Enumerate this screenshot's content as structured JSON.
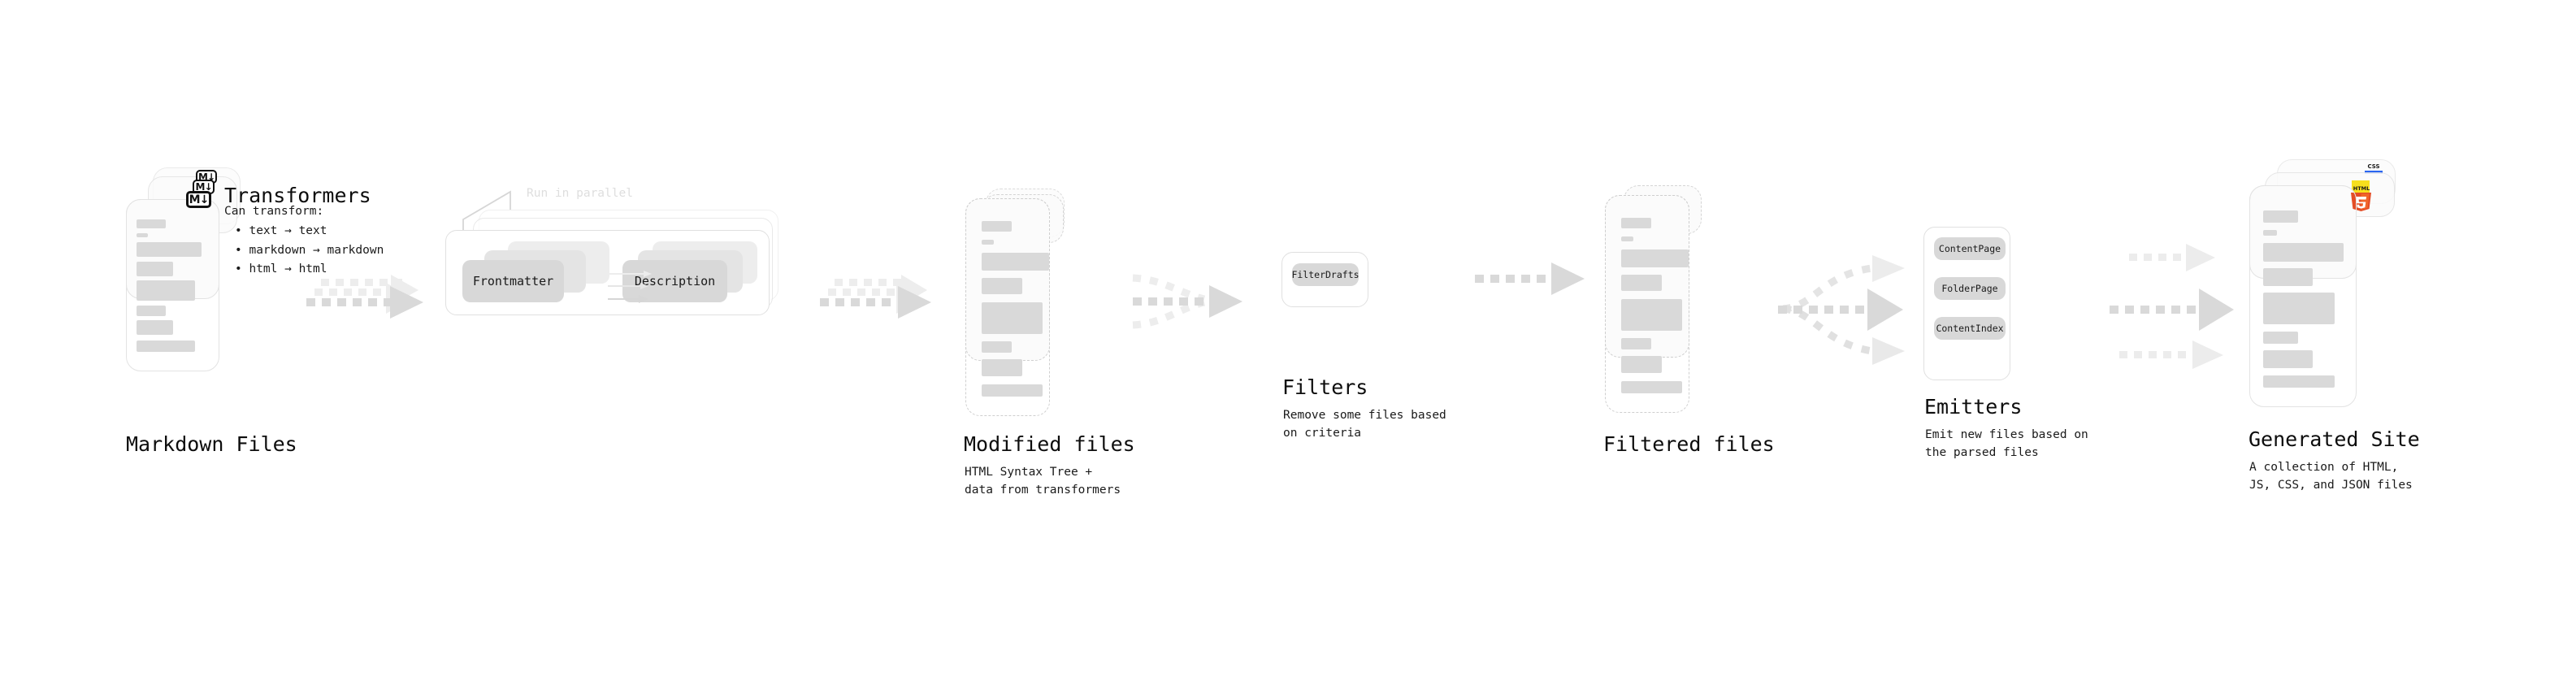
{
  "diagram": {
    "title_visible": false,
    "palette": {
      "ink": "#0d0d0d",
      "card_bg": "#fbfbfb",
      "card_border": "#e3e3e3",
      "skeleton": "#d9d9d9",
      "chip_bg": "#d8d8d8",
      "group_border": "#e0e0e0",
      "arrow": "#d5d5d5",
      "ghost_text": "#dedede",
      "html5_orange": "#e44d26",
      "html5_orange_light": "#f16529",
      "js_yellow": "#f7df1e",
      "css_blue": "#2965f1",
      "markdown_black": "#111111"
    }
  },
  "stages": [
    {
      "id": "markdown-files",
      "title": "Markdown Files",
      "subtitle": "",
      "badge": "M↓",
      "badge_name": "markdown-icon"
    },
    {
      "id": "transformers",
      "title": "Transformers",
      "note": "Run in parallel",
      "chips": [
        "Frontmatter",
        "Description"
      ],
      "bullets_lead": "Can transform:",
      "bullets": [
        "• text → text",
        "• markdown → markdown",
        "• html → html"
      ]
    },
    {
      "id": "modified-files",
      "title": "Modified files",
      "subtitle": "HTML Syntax Tree +\ndata from transformers"
    },
    {
      "id": "filters",
      "title": "Filters",
      "subtitle": "Remove some files based\non criteria",
      "chips": [
        "FilterDrafts"
      ]
    },
    {
      "id": "filtered-files",
      "title": "Filtered files",
      "subtitle": ""
    },
    {
      "id": "emitters",
      "title": "Emitters",
      "subtitle": "Emit new files based on\nthe parsed files",
      "chips": [
        "ContentPage",
        "FolderPage",
        "ContentIndex"
      ]
    },
    {
      "id": "generated-site",
      "title": "Generated Site",
      "subtitle": "A collection of HTML,\nJS, CSS, and JSON files",
      "badges": [
        "CSS3",
        "JS",
        "HTML5"
      ]
    }
  ]
}
